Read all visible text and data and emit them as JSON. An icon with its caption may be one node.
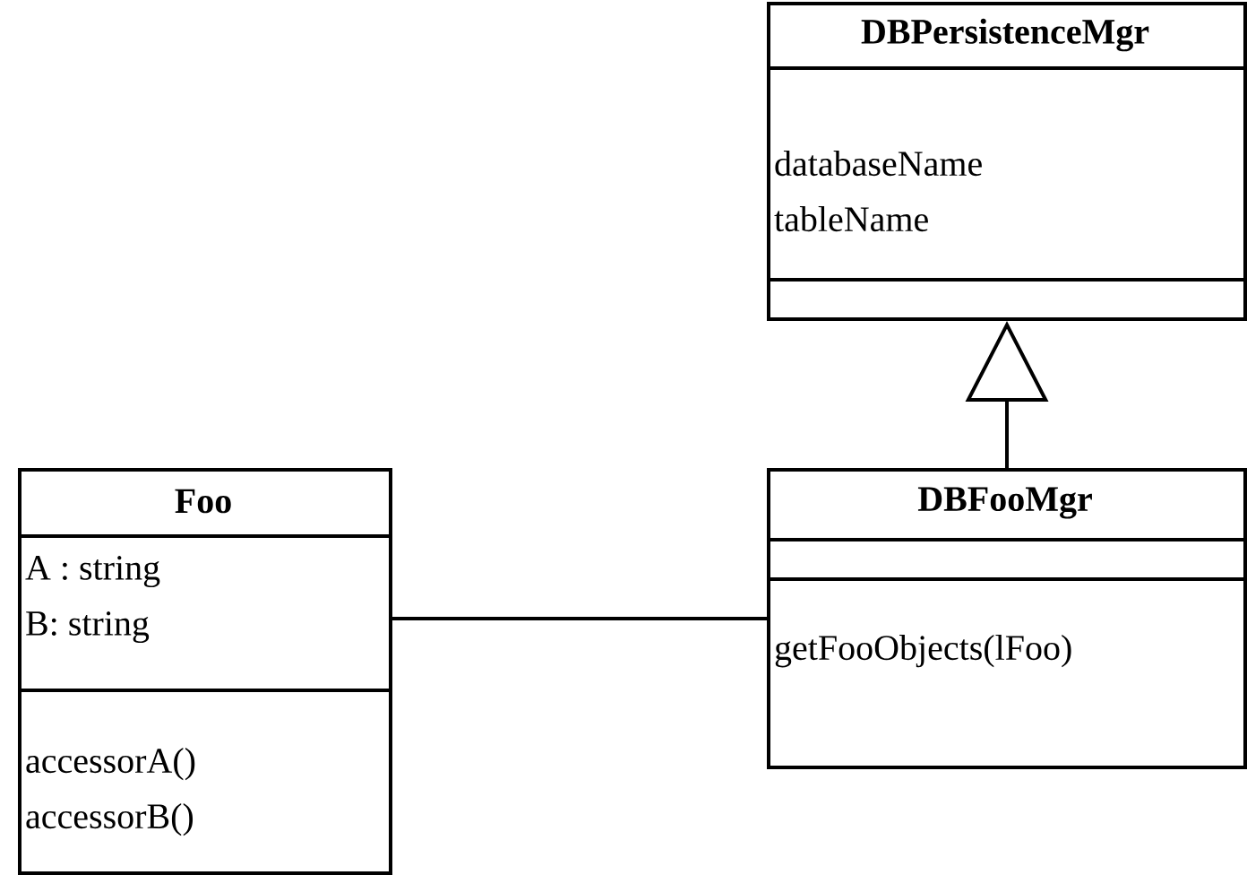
{
  "diagram": {
    "nodes": [
      {
        "text": [
          "DBPersistenceMgr"
        ]
      },
      {
        "text": [
          "databaseName",
          "tableName"
        ],
        "in": 0
      },
      {
        "text": [],
        "shape": "box",
        "in": 0
      },
      {
        "text": [
          "Foo"
        ]
      },
      {
        "text": [
          "A : string",
          "B: string"
        ],
        "in": 3
      },
      {
        "text": [
          "accessorA()",
          "accessorB()"
        ],
        "in": 3
      },
      {
        "text": [
          "DBFooMgr"
        ]
      },
      {
        "text": [],
        "shape": "box",
        "in": 6
      },
      {
        "text": [
          "getFooObjects(lFoo)"
        ],
        "in": 6
      }
    ],
    "edges": [
      {
        "from": 6,
        "to": 0,
        "arrow": "to"
      },
      {
        "from": 3,
        "to": 6,
        "arrow": "none"
      }
    ]
  }
}
